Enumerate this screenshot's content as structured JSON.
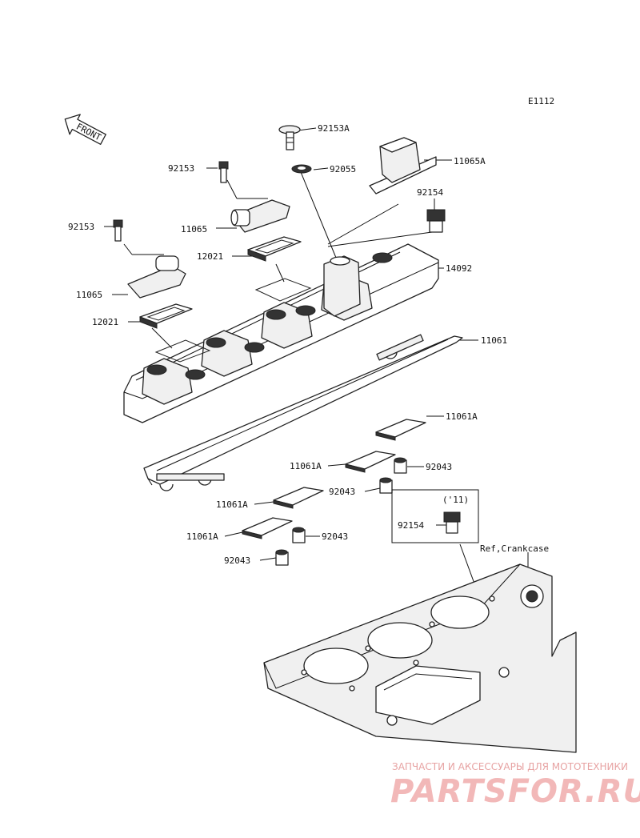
{
  "diagram_code": "E1112",
  "front_label": "FRONT",
  "reference": "Ref,Crankcase",
  "variant_note": "('11)",
  "parts": {
    "p92153A": "92153A",
    "p92055": "92055",
    "p11065A": "11065A",
    "p92153_a": "92153",
    "p92154_a": "92154",
    "p11065_a": "11065",
    "p12021_a": "12021",
    "p14092": "14092",
    "p92153_b": "92153",
    "p11065_b": "11065",
    "p12021_b": "12021",
    "p11061": "11061",
    "p11061A_a": "11061A",
    "p11061A_b": "11061A",
    "p92043_a": "92043",
    "p92043_b": "92043",
    "p11061A_c": "11061A",
    "p11061A_d": "11061A",
    "p92043_c": "92043",
    "p92043_d": "92043",
    "p92154_b": "92154"
  },
  "watermark": {
    "caption": "ЗАПЧАСТИ И АКСЕССУАРЫ ДЛЯ МОТОТЕХНИКИ",
    "brand": "PARTSFOR.RU"
  }
}
